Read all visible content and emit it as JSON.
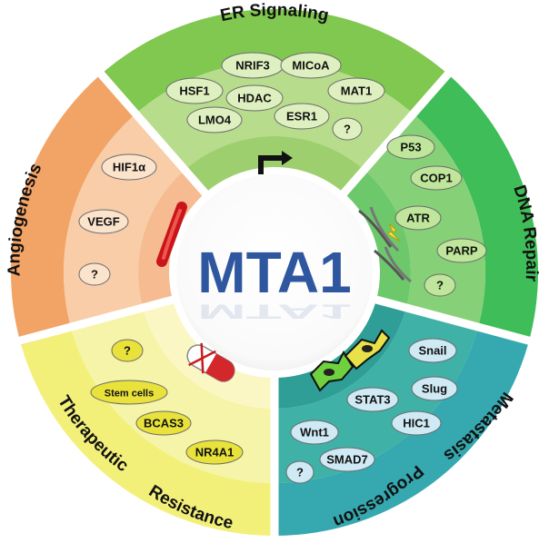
{
  "center": {
    "title": "MTA1"
  },
  "sectors": {
    "er": {
      "label": "ER Signaling",
      "items": [
        "NRIF3",
        "MICoA",
        "HSF1",
        "HDAC",
        "MAT1",
        "LMO4",
        "ESR1",
        "?"
      ],
      "colors": {
        "outer": "#80c850",
        "mid": "#b7dc8c",
        "inner": "#9dcf6e",
        "pill": "#dff0c0"
      }
    },
    "dna": {
      "label": "DNA Repair",
      "items": [
        "P53",
        "COP1",
        "ATR",
        "PARP",
        "?"
      ],
      "colors": {
        "outer": "#3fbd58",
        "mid": "#86d178",
        "inner": "#6cc86a",
        "pill": "#bfe69a"
      }
    },
    "metastasis": {
      "label_outer": "Metastasis",
      "label_inner": "Progression",
      "items": [
        "Snail",
        "Slug",
        "STAT3",
        "HIC1",
        "Wnt1",
        "SMAD7",
        "?"
      ],
      "colors": {
        "outer": "#35a8b0",
        "mid": "#3fb1a6",
        "inner": "#2e9e96",
        "pill": "#cfeaf5"
      }
    },
    "therapeutic": {
      "label_left": "Therapeutic",
      "label_right": "Resistance",
      "items": [
        "?",
        "Stem cells",
        "BCAS3",
        "NR4A1"
      ],
      "colors": {
        "outer": "#f3f07a",
        "mid": "#f6f4a8",
        "inner": "#fbf7c5",
        "pill": "#e8e23a"
      }
    },
    "angiogenesis": {
      "label": "Angiogenesis",
      "items": [
        "HIF1α",
        "VEGF",
        "?"
      ],
      "colors": {
        "outer": "#f2a366",
        "mid": "#f8cda8",
        "inner": "#f6bb90",
        "pill": "#fbe3cc"
      }
    }
  }
}
